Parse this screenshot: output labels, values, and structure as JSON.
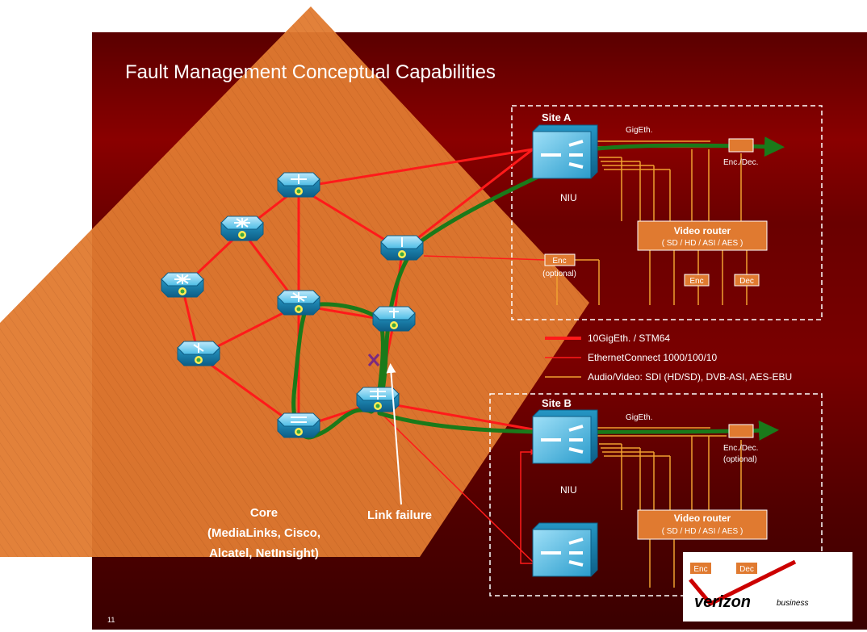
{
  "slide": {
    "title": "Fault Management Conceptual Capabilities",
    "page_number": "11"
  },
  "site_a": {
    "label": "Site A",
    "gigeth": "GigEth.",
    "encdec": "Enc./Dec.",
    "niu": "NIU",
    "video_router_title": "Video router",
    "video_router_sub": "( SD / HD / ASI / AES )",
    "enc_optional_box": "Enc",
    "enc_optional_note": "(optional)",
    "enc": "Enc",
    "dec": "Dec"
  },
  "site_b": {
    "label": "Site B",
    "gigeth": "GigEth.",
    "encdec": "Enc./Dec.",
    "encdec_note": "(optional)",
    "niu": "NIU",
    "video_router_title": "Video router",
    "video_router_sub": "( SD / HD / ASI / AES )",
    "enc": "Enc",
    "dec": "Dec"
  },
  "legend": {
    "items": [
      {
        "label": "10GigEth. / STM64",
        "color": "#ff1a1a"
      },
      {
        "label": "EthernetConnect 1000/100/10",
        "color": "#ff1a1a"
      },
      {
        "label": "Audio/Video: SDI (HD/SD), DVB-ASI, AES-EBU",
        "color": "#f0a030"
      }
    ]
  },
  "core": {
    "line1": "Core",
    "line2": "(MediaLinks, Cisco,",
    "line3": "Alcatel, NetInsight)"
  },
  "link_failure": "Link failure",
  "logo": {
    "brand": "verizon",
    "suffix": "business"
  },
  "colors": {
    "background": "#7a0000",
    "diamond": "#e07a30",
    "red_link": "#ff1a1a",
    "path": "#1a7a1a",
    "av_line": "#f0a030",
    "router_icon": "#29a9d6"
  }
}
